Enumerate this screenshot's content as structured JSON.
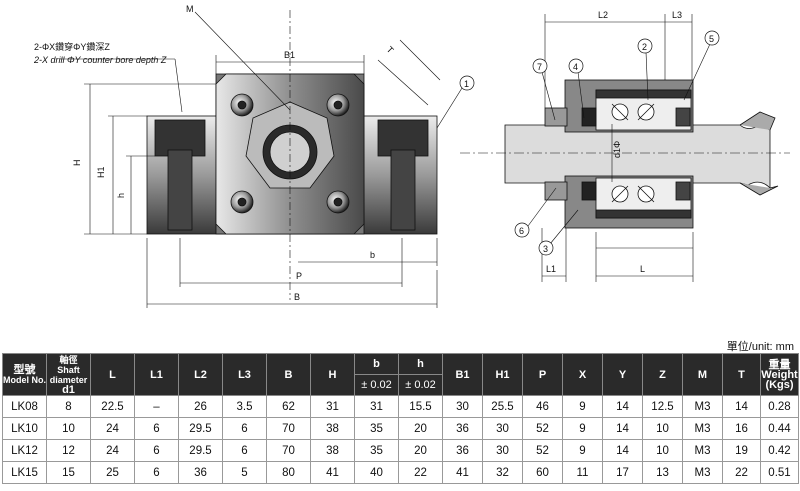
{
  "drawing": {
    "note_cn": "2-ΦX鑽穿ΦY鑽深Z",
    "note_en": "2-X drill ΦY counter bore depth Z",
    "labels": {
      "M": "M",
      "B1": "B1",
      "T": "T",
      "H": "H",
      "H1": "H1",
      "h": "h",
      "b": "b",
      "P": "P",
      "B": "B",
      "L2": "L2",
      "L3": "L3",
      "L1": "L1",
      "L": "L",
      "d1": "d1Φ"
    },
    "callouts": [
      "1",
      "2",
      "3",
      "4",
      "5",
      "6",
      "7"
    ]
  },
  "unit_label": "單位/unit: mm",
  "table": {
    "header": {
      "model_cn": "型號",
      "model_en": "Model No.",
      "shaft_cn": "軸徑",
      "shaft_en1": "Shaft",
      "shaft_en2": "diameter",
      "shaft_sym": "d1",
      "L": "L",
      "L1": "L1",
      "L2": "L2",
      "L3": "L3",
      "B": "B",
      "H": "H",
      "b": "b",
      "b_tol": "± 0.02",
      "h": "h",
      "h_tol": "± 0.02",
      "B1": "B1",
      "H1": "H1",
      "P": "P",
      "X": "X",
      "Y": "Y",
      "Z": "Z",
      "M": "M",
      "T": "T",
      "weight_cn": "重量",
      "weight_en1": "Weight",
      "weight_en2": "(Kgs)"
    },
    "rows": [
      [
        "LK08",
        "8",
        "22.5",
        "–",
        "26",
        "3.5",
        "62",
        "31",
        "31",
        "15.5",
        "30",
        "25.5",
        "46",
        "9",
        "14",
        "12.5",
        "M3",
        "14",
        "0.28"
      ],
      [
        "LK10",
        "10",
        "24",
        "6",
        "29.5",
        "6",
        "70",
        "38",
        "35",
        "20",
        "36",
        "30",
        "52",
        "9",
        "14",
        "10",
        "M3",
        "16",
        "0.44"
      ],
      [
        "LK12",
        "12",
        "24",
        "6",
        "29.5",
        "6",
        "70",
        "38",
        "35",
        "20",
        "36",
        "30",
        "52",
        "9",
        "14",
        "10",
        "M3",
        "19",
        "0.42"
      ],
      [
        "LK15",
        "15",
        "25",
        "6",
        "36",
        "5",
        "80",
        "41",
        "40",
        "22",
        "41",
        "32",
        "60",
        "11",
        "17",
        "13",
        "M3",
        "22",
        "0.51"
      ]
    ]
  }
}
